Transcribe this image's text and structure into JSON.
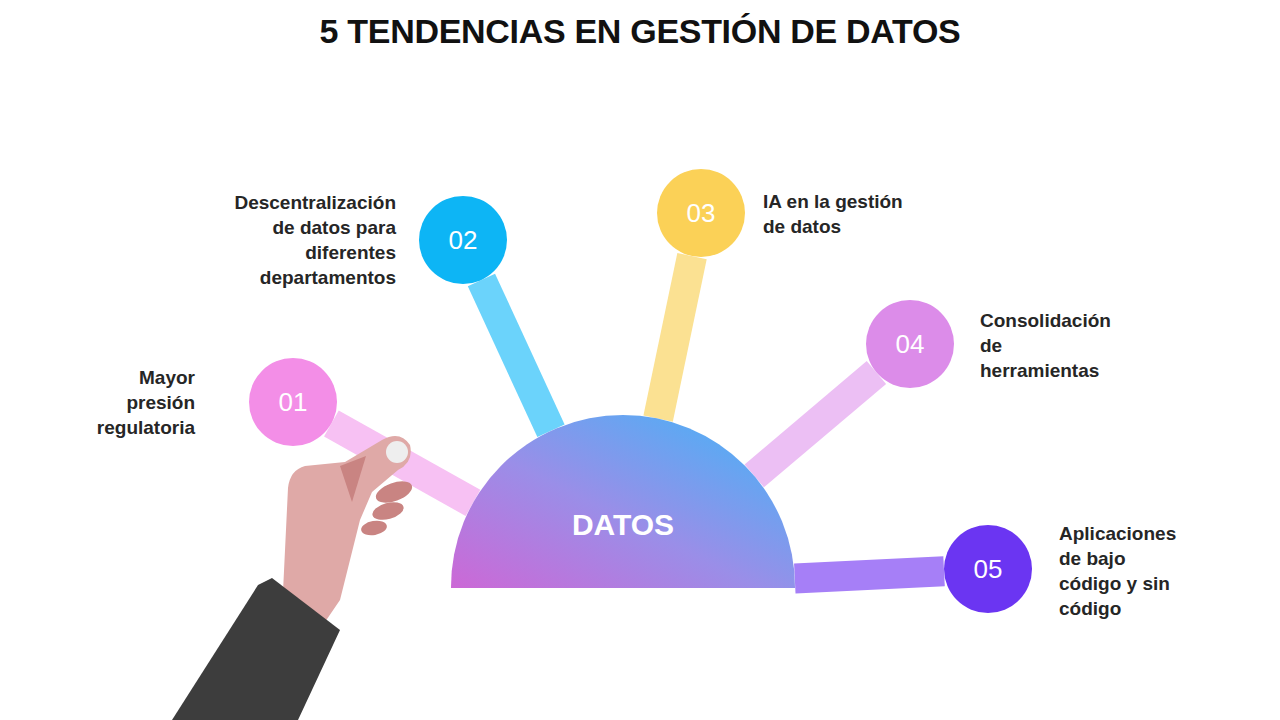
{
  "diagram": {
    "title": "5 TENDENCIAS EN GESTIÓN DE DATOS",
    "nodes": [
      {
        "text": [
          "DATOS"
        ]
      },
      {
        "text": [
          "01",
          "Mayor presión regulatoria"
        ]
      },
      {
        "text": [
          "02",
          "Descentralización de datos para diferentes departamentos"
        ]
      },
      {
        "text": [
          "03",
          "IA en la gestión de datos"
        ]
      },
      {
        "text": [
          "04",
          "Consolidación de herramientas"
        ]
      },
      {
        "text": [
          "05",
          "Aplicaciones de bajo código y sin código"
        ]
      }
    ],
    "edges": [
      {
        "from": 0,
        "to": 1,
        "arrow": "none"
      },
      {
        "from": 0,
        "to": 2,
        "arrow": "none"
      },
      {
        "from": 0,
        "to": 3,
        "arrow": "none"
      },
      {
        "from": 0,
        "to": 4,
        "arrow": "none"
      },
      {
        "from": 0,
        "to": 5,
        "arrow": "none"
      }
    ]
  }
}
